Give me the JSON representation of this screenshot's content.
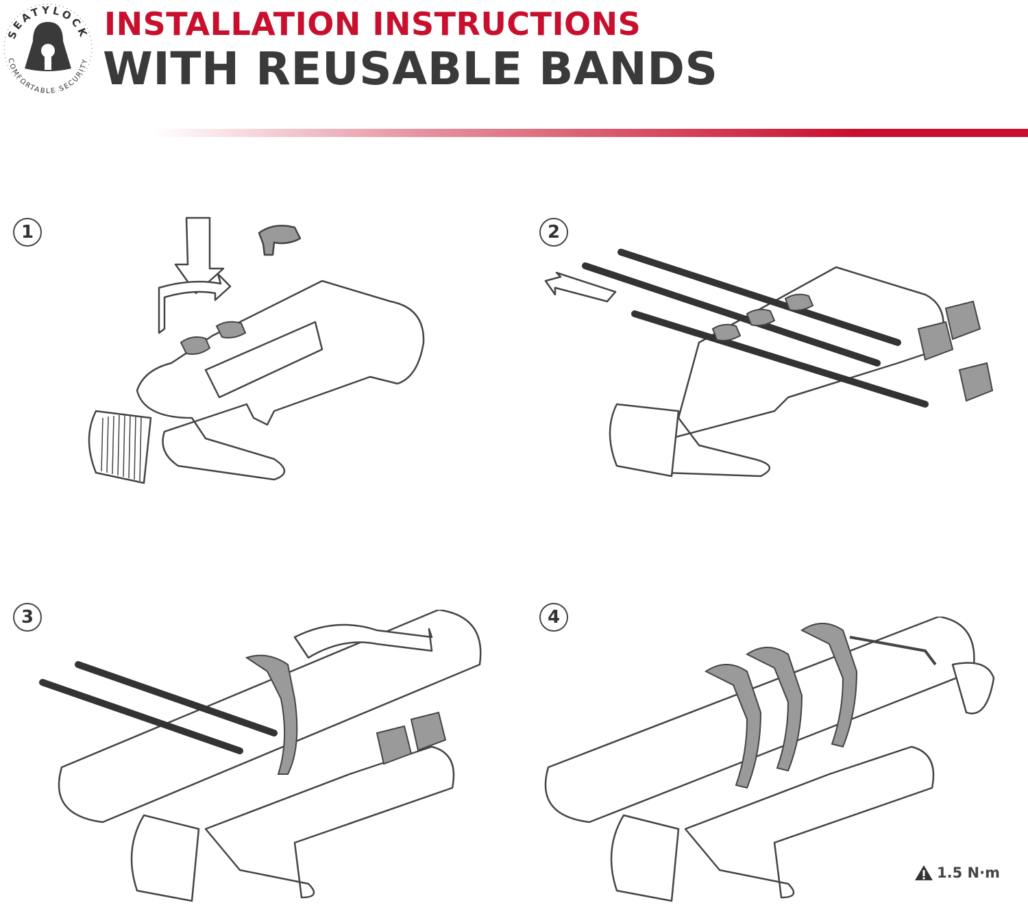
{
  "header": {
    "line1": "INSTALLATION INSTRUCTIONS",
    "line2": "WITH REUSABLE BANDS"
  },
  "logo": {
    "top_text": "SEATYLOCK",
    "bottom_text": "COMFORTABLE SECURITY"
  },
  "steps": [
    {
      "number": "1"
    },
    {
      "number": "2"
    },
    {
      "number": "3"
    },
    {
      "number": "4"
    }
  ],
  "torque": {
    "icon": "warning-triangle-icon",
    "value": "1.5 N·m"
  },
  "colors": {
    "brand_red": "#c8102e",
    "dark_text": "#3a3a3a",
    "band_gray": "#9a9a9a"
  }
}
